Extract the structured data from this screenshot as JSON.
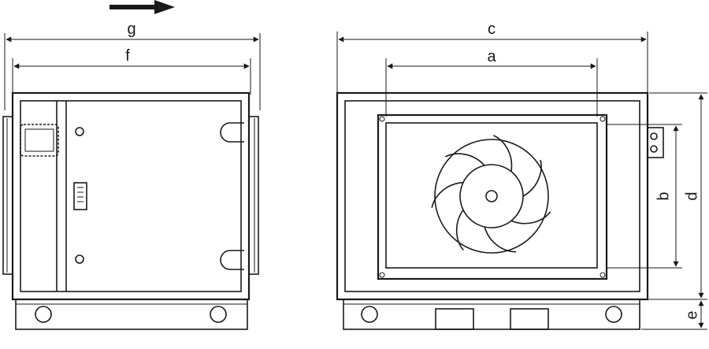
{
  "labels": {
    "a": "a",
    "b": "b",
    "c": "c",
    "d": "d",
    "e": "e",
    "f": "f",
    "g": "g"
  },
  "icons": {
    "flow": "arrow-right-icon",
    "fan": "fan-impeller-icon"
  }
}
